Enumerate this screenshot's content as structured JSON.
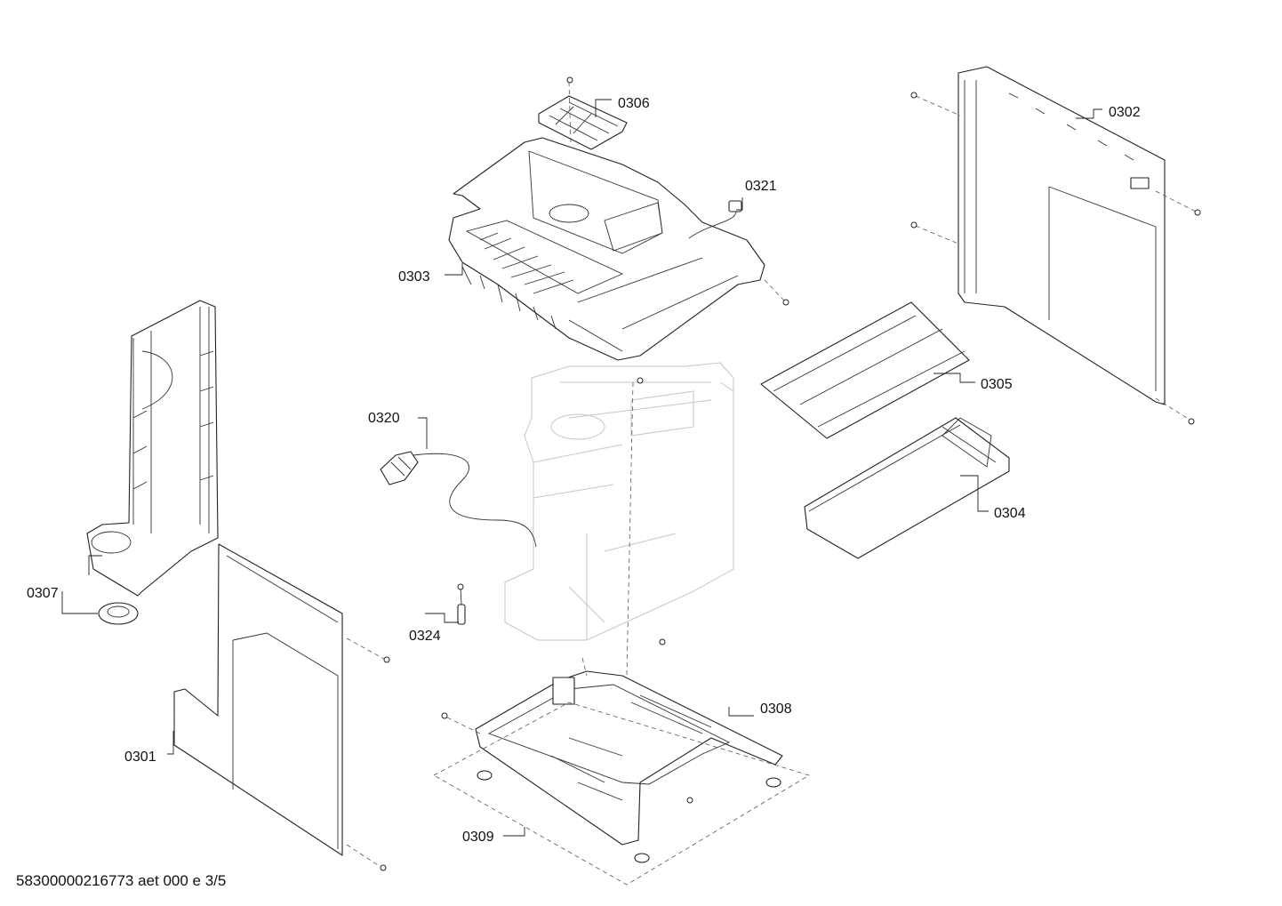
{
  "callouts": {
    "p0301": "0301",
    "p0302": "0302",
    "p0303": "0303",
    "p0304": "0304",
    "p0305": "0305",
    "p0306": "0306",
    "p0307": "0307",
    "p0308": "0308",
    "p0309": "0309",
    "p0320": "0320",
    "p0321": "0321",
    "p0324": "0324"
  },
  "footer": {
    "document_id": "58300000216773 aet 000 e 3/5"
  }
}
